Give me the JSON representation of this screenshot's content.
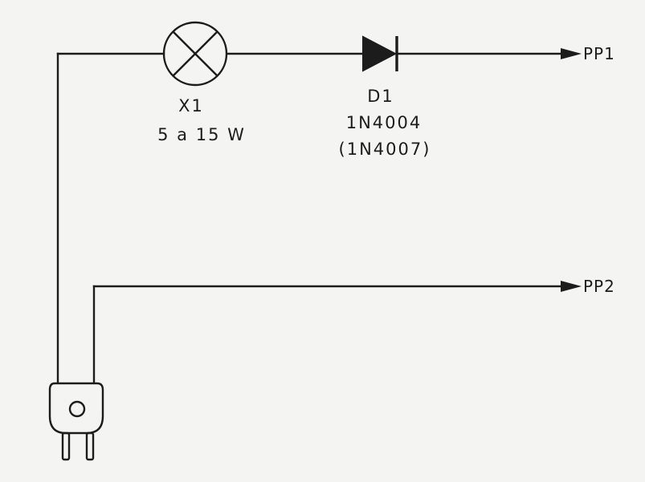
{
  "diagram": {
    "lamp": {
      "designator": "X1",
      "rating": "5 a 15 W"
    },
    "diode": {
      "designator": "D1",
      "part": "1N4004",
      "alt_part": "(1N4007)"
    },
    "outputs": {
      "pp1": "PP1",
      "pp2": "PP2"
    },
    "colors": {
      "ink": "#1c1c1c",
      "paper": "#f4f4f2"
    },
    "plug": {
      "icon": "mains-plug-icon"
    }
  }
}
